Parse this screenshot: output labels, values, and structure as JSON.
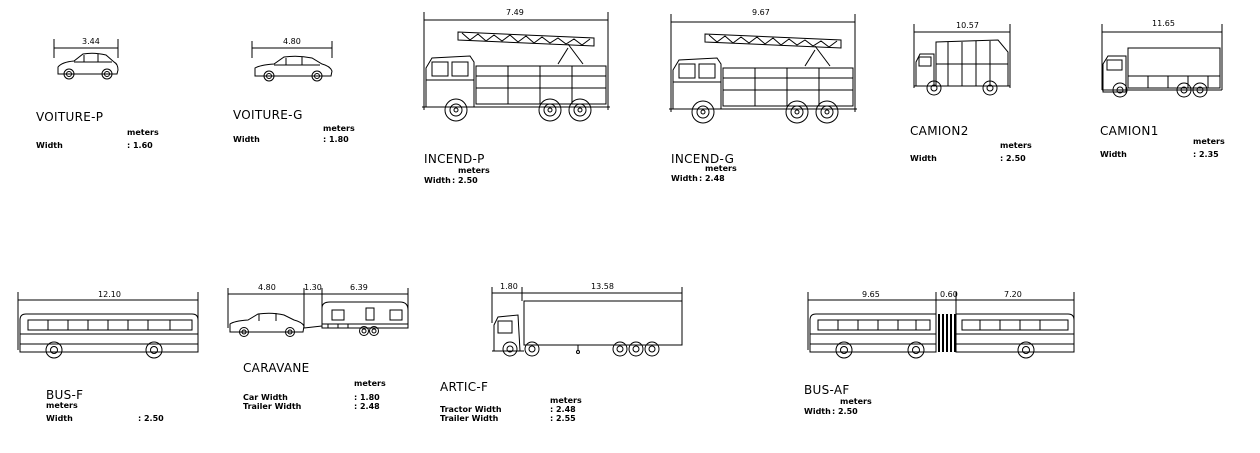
{
  "units": "meters",
  "width_label": "Width",
  "vehicles": [
    {
      "name": "VOITURE-P",
      "length": "3.44",
      "width": ": 1.60"
    },
    {
      "name": "VOITURE-G",
      "length": "4.80",
      "width": ": 1.80"
    },
    {
      "name": "INCEND-P",
      "length": "7.49",
      "width": ": 2.50"
    },
    {
      "name": "INCEND-G",
      "length": "9.67",
      "width": ": 2.48"
    },
    {
      "name": "CAMION2",
      "length": "10.57",
      "width": ": 2.50"
    },
    {
      "name": "CAMION1",
      "length": "11.65",
      "width": ": 2.35"
    },
    {
      "name": "BUS-F",
      "length": "12.10",
      "width": ": 2.50"
    },
    {
      "name": "CARAVANE",
      "car_length": "4.80",
      "gap": "1.30",
      "trailer_length": "6.39",
      "car_width_label": "Car Width",
      "car_width": ": 1.80",
      "trailer_width_label": "Trailer Width",
      "trailer_width": ": 2.48"
    },
    {
      "name": "ARTIC-F",
      "tractor_length": "1.80",
      "trailer_length": "13.58",
      "tractor_width_label": "Tractor Width",
      "tractor_width": ": 2.48",
      "trailer_width_label": "Trailer Width",
      "trailer_width": ": 2.55"
    },
    {
      "name": "BUS-AF",
      "front_length": "9.65",
      "joint_length": "0.60",
      "rear_length": "7.20",
      "width": ": 2.50"
    }
  ]
}
